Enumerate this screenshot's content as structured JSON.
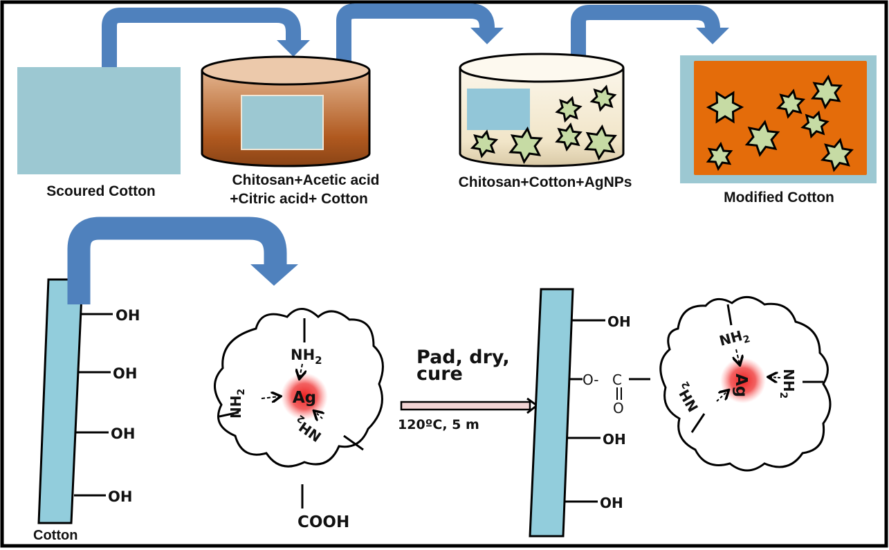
{
  "top_row": {
    "step1_label": "Scoured Cotton",
    "step2_label_line1": "Chitosan+Acetic acid",
    "step2_label_line2": "+Citric acid+ Cotton",
    "step3_label": "Chitosan+Cotton+AgNPs",
    "step4_label": "Modified Cotton"
  },
  "bottom_row": {
    "left_fiber_label": "Cotton",
    "hydroxyl": "OH",
    "nh2_main": "NH",
    "nh2_sub": "2",
    "silver": "Ag",
    "carboxyl": "COOH",
    "process_line1": "Pad, dry,",
    "process_line2": "cure",
    "condition": "120ºC, 5 m",
    "ester_o": "O-",
    "ester_c": "C",
    "ester_double_o": "O"
  },
  "colors": {
    "arrow_blue": "#4f81bd",
    "cotton_blue": "#92cddc",
    "fabric_blue": "#9cc8d2",
    "bath_brown": "#b8692e",
    "bath_cream": "#f3ead6",
    "orange": "#e46c0a",
    "star_green": "#c6dba4",
    "ag_red": "#ee2b2b",
    "process_arrow": "#f2d4d4"
  }
}
